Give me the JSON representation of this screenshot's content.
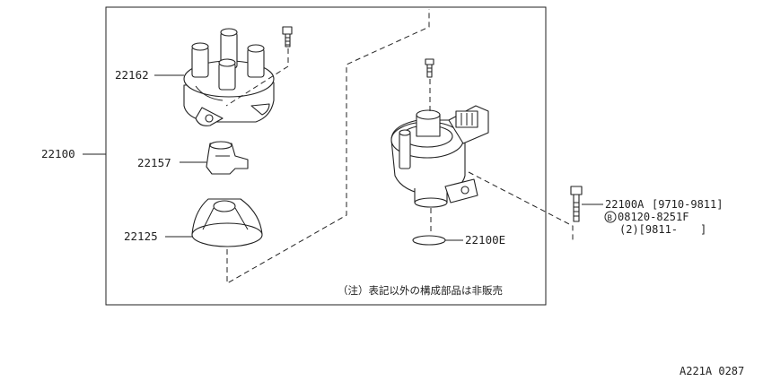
{
  "labels": {
    "assembly": "22100",
    "cap": "22162",
    "rotor": "22157",
    "seal": "22125",
    "oring": "22100E",
    "bolt_part": "22100A",
    "bolt_part_date": "[9710-9811]",
    "bolt_circle": "B",
    "bolt_code": "08120-8251F",
    "bolt_qty": "(2)[9811-",
    "bolt_qty_close": "]"
  },
  "note": "（注）表記以外の構成部品は非販売",
  "figure_code": "A221A 0287"
}
